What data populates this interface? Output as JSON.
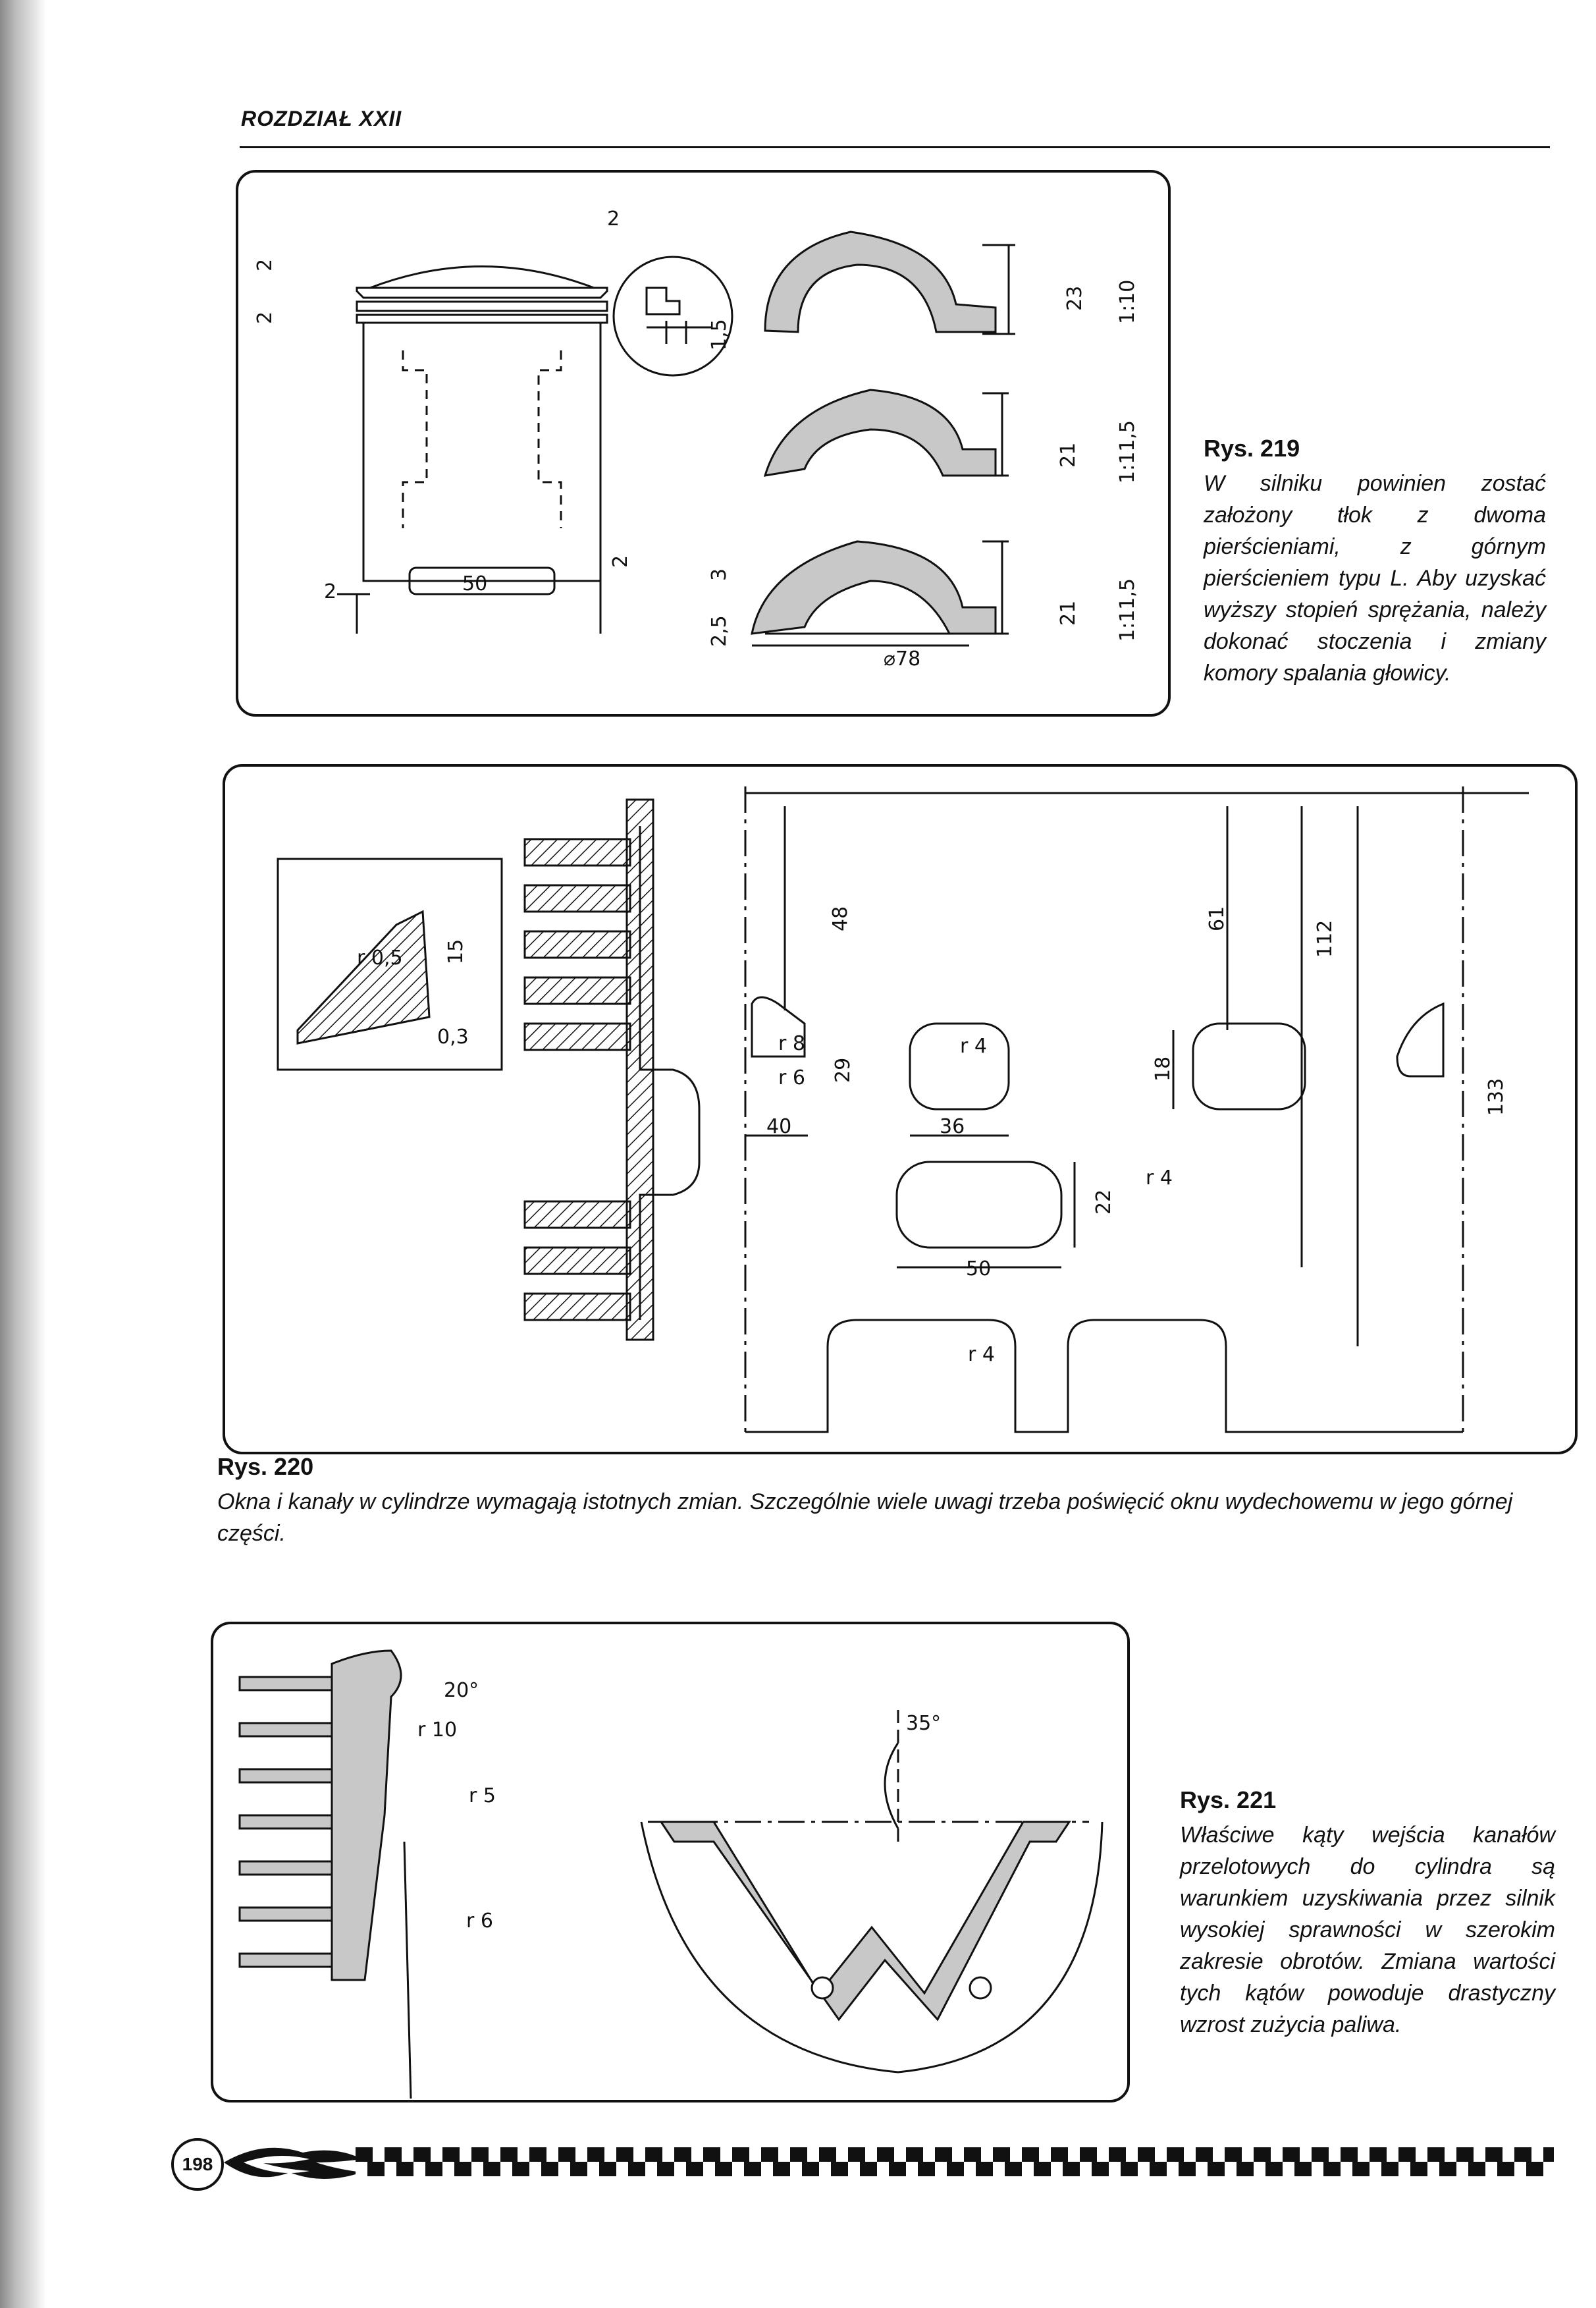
{
  "header": {
    "chapter": "ROZDZIAŁ XXII"
  },
  "figures": {
    "fig219": {
      "title": "Rys. 219",
      "text": "W silniku powinien zostać założony tłok z dwoma pierścieniami, z górnym pierścieniem typu L. Aby uzyskać wyższy stopień sprężania, należy dokonać stoczenia i zmiany komory spalania głowicy.",
      "labels": {
        "d2_top": "2",
        "d2_left_a": "2",
        "d2_left_b": "2",
        "d2_bottom_left": "2",
        "d2_bottom_right": "2",
        "d50": "50",
        "d1_5": "1,5",
        "d23": "23",
        "r110": "1:10",
        "d21a": "21",
        "r1115a": "1:11,5",
        "d21b": "21",
        "r1115b": "1:11,5",
        "d3": "3",
        "d2_5": "2,5",
        "d78": "⌀78"
      }
    },
    "fig220": {
      "title": "Rys. 220",
      "text": "Okna i kanały w cylindrze wymagają istotnych zmian. Szczególnie wiele uwagi trzeba poświęcić oknu wydechowemu w jego górnej części.",
      "labels": {
        "r0_5": "r 0,5",
        "d15": "15",
        "d0_3": "0,3",
        "d48": "48",
        "r8": "r 8",
        "r6": "r 6",
        "d29": "29",
        "d40": "40",
        "r4a": "r 4",
        "d36": "36",
        "d61": "61",
        "d112": "112",
        "d18": "18",
        "d133": "133",
        "r4b": "r 4",
        "d22": "22",
        "d50": "50",
        "r4c": "r 4"
      }
    },
    "fig221": {
      "title": "Rys. 221",
      "text": "Właściwe kąty wejścia kanałów przelotowych do cylindra są warunkiem uzyskiwania przez silnik wysokiej sprawności w szerokim zakresie obrotów. Zmiana wartości tych kątów powoduje drastyczny wzrost zużycia paliwa.",
      "labels": {
        "a20": "20°",
        "r10": "r 10",
        "r5": "r 5",
        "r6": "r 6",
        "a35": "35°"
      }
    }
  },
  "footer": {
    "page_number": "198"
  }
}
